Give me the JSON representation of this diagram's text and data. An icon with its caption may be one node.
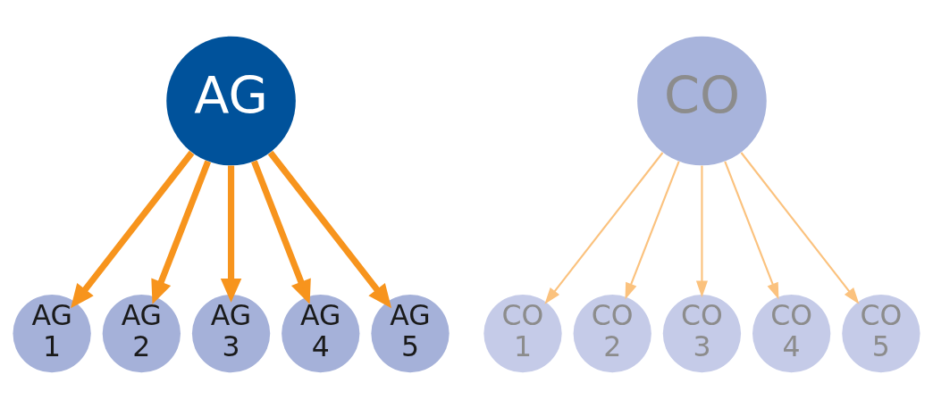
{
  "diagram": {
    "nodes": [
      {
        "text": [
          "AG"
        ]
      },
      {
        "text": [
          "AG 1"
        ]
      },
      {
        "text": [
          "AG 2"
        ]
      },
      {
        "text": [
          "AG 3"
        ]
      },
      {
        "text": [
          "AG 4"
        ]
      },
      {
        "text": [
          "AG 5"
        ]
      },
      {
        "text": [
          "CO"
        ]
      },
      {
        "text": [
          "CO 1"
        ]
      },
      {
        "text": [
          "CO 2"
        ]
      },
      {
        "text": [
          "CO 3"
        ]
      },
      {
        "text": [
          "CO 4"
        ]
      },
      {
        "text": [
          "CO 5"
        ]
      }
    ],
    "edges": [
      {
        "from": 0,
        "to": 1,
        "arrow": "to",
        "style": "thick",
        "color": "#f7941d"
      },
      {
        "from": 0,
        "to": 2,
        "arrow": "to",
        "style": "thick",
        "color": "#f7941d"
      },
      {
        "from": 0,
        "to": 3,
        "arrow": "to",
        "style": "thick",
        "color": "#f7941d"
      },
      {
        "from": 0,
        "to": 4,
        "arrow": "to",
        "style": "thick",
        "color": "#f7941d"
      },
      {
        "from": 0,
        "to": 5,
        "arrow": "to",
        "style": "thick",
        "color": "#f7941d"
      },
      {
        "from": 6,
        "to": 7,
        "arrow": "to",
        "color": "#fbc27e"
      },
      {
        "from": 6,
        "to": 8,
        "arrow": "to",
        "color": "#fbc27e"
      },
      {
        "from": 6,
        "to": 9,
        "arrow": "to",
        "color": "#fbc27e"
      },
      {
        "from": 6,
        "to": 10,
        "arrow": "to",
        "color": "#fbc27e"
      },
      {
        "from": 6,
        "to": 11,
        "arrow": "to",
        "color": "#fbc27e"
      }
    ]
  }
}
